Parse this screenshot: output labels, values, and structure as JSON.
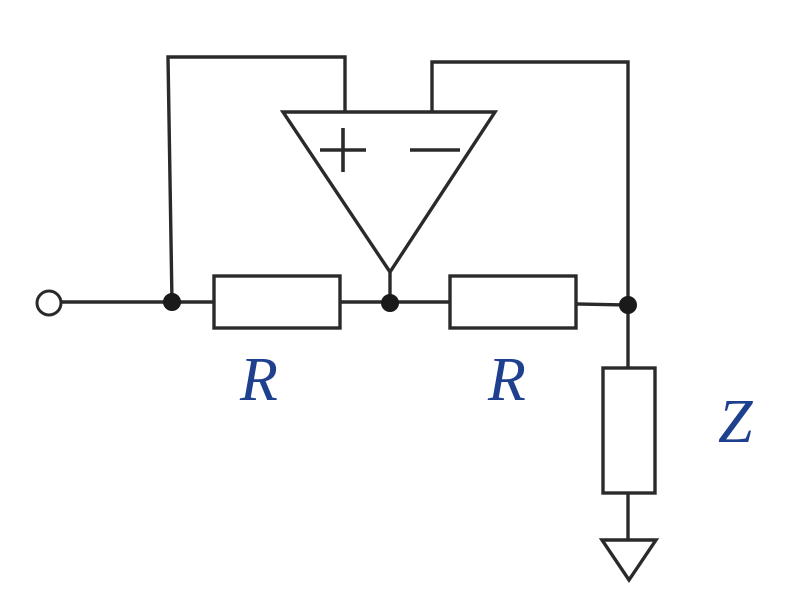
{
  "labels": {
    "r1": "R",
    "r2": "R",
    "z": "Z"
  },
  "colors": {
    "line": "#2a2a2a",
    "label": "#1f3f8f",
    "background": "#ffffff"
  }
}
